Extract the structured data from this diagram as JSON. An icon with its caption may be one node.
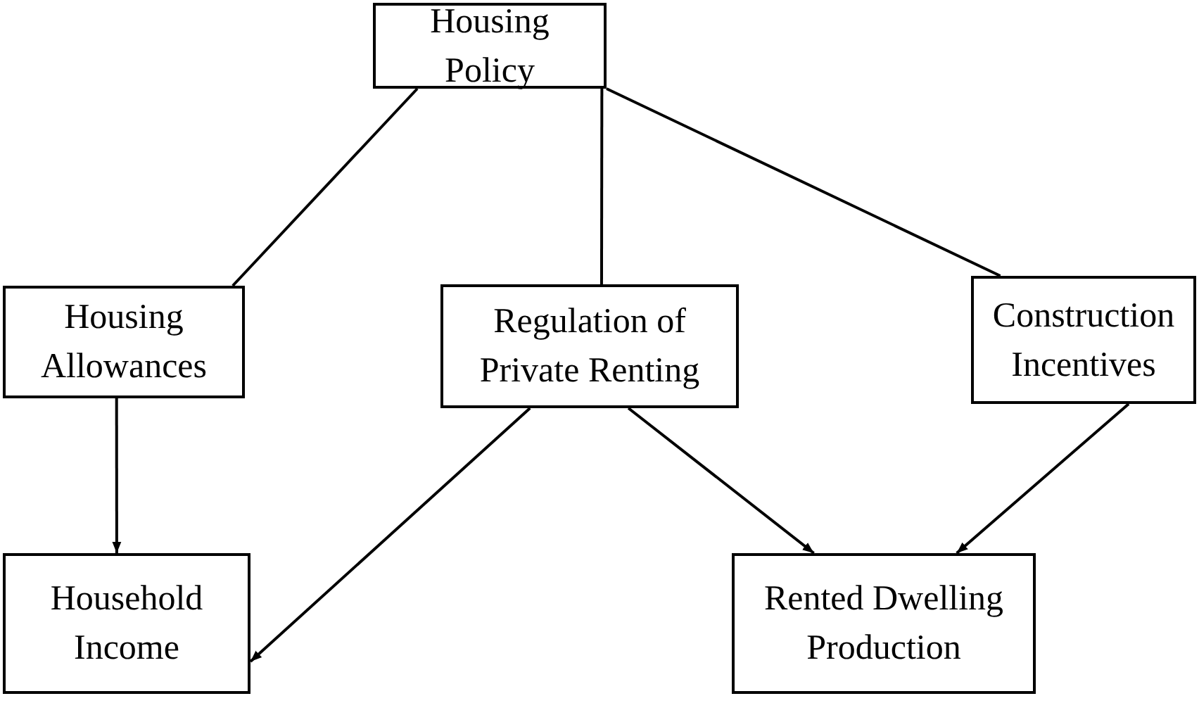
{
  "diagram": {
    "nodes": [
      {
        "text": [
          "Housing Policy"
        ]
      },
      {
        "text": [
          "Housing Allowances"
        ]
      },
      {
        "text": [
          "Regulation of Private Renting"
        ]
      },
      {
        "text": [
          "Construction Incentives"
        ]
      },
      {
        "text": [
          "Household Income"
        ]
      },
      {
        "text": [
          "Rented Dwelling Production"
        ]
      }
    ],
    "edges": [
      {
        "from": 0,
        "to": 1,
        "arrow": "none"
      },
      {
        "from": 0,
        "to": 2,
        "arrow": "none"
      },
      {
        "from": 0,
        "to": 3,
        "arrow": "none"
      },
      {
        "from": 1,
        "to": 4,
        "arrow": "to"
      },
      {
        "from": 2,
        "to": 4,
        "arrow": "to"
      },
      {
        "from": 2,
        "to": 5,
        "arrow": "to"
      },
      {
        "from": 3,
        "to": 5,
        "arrow": "to"
      }
    ]
  }
}
